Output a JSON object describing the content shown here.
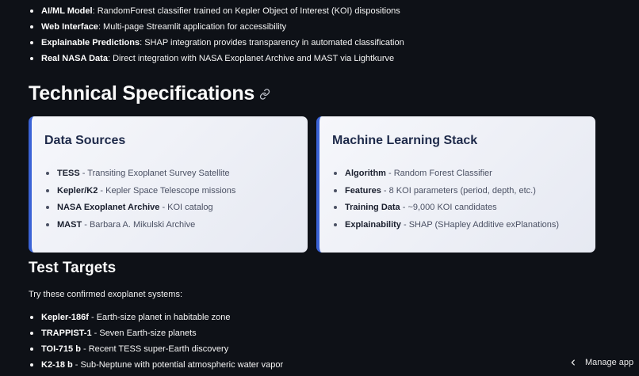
{
  "features": [
    {
      "label": "AI/ML Model",
      "text": ": RandomForest classifier trained on Kepler Object of Interest (KOI) dispositions"
    },
    {
      "label": "Web Interface",
      "text": ": Multi-page Streamlit application for accessibility"
    },
    {
      "label": "Explainable Predictions",
      "text": ": SHAP integration provides transparency in automated classification"
    },
    {
      "label": "Real NASA Data",
      "text": ": Direct integration with NASA Exoplanet Archive and MAST via Lightkurve"
    }
  ],
  "tech": {
    "heading": "Technical Specifications",
    "link_icon": "link-icon"
  },
  "data_sources": {
    "title": "Data Sources",
    "items": [
      {
        "label": "TESS",
        "text": " - Transiting Exoplanet Survey Satellite"
      },
      {
        "label": "Kepler/K2",
        "text": " - Kepler Space Telescope missions"
      },
      {
        "label": "NASA Exoplanet Archive",
        "text": " - KOI catalog"
      },
      {
        "label": "MAST",
        "text": " - Barbara A. Mikulski Archive"
      }
    ]
  },
  "ml_stack": {
    "title": "Machine Learning Stack",
    "items": [
      {
        "label": "Algorithm",
        "text": " - Random Forest Classifier"
      },
      {
        "label": "Features",
        "text": " - 8 KOI parameters (period, depth, etc.)"
      },
      {
        "label": "Training Data",
        "text": " - ~9,000 KOI candidates"
      },
      {
        "label": "Explainability",
        "text": " - SHAP (SHapley Additive exPlanations)"
      }
    ]
  },
  "targets": {
    "heading": "Test Targets",
    "intro": "Try these confirmed exoplanet systems:",
    "items": [
      {
        "label": "Kepler-186f",
        "text": " - Earth-size planet in habitable zone"
      },
      {
        "label": "TRAPPIST-1",
        "text": " - Seven Earth-size planets"
      },
      {
        "label": "TOI-715 b",
        "text": " - Recent TESS super-Earth discovery"
      },
      {
        "label": "K2-18 b",
        "text": " - Sub-Neptune with potential atmospheric water vapor"
      }
    ]
  },
  "manage_app": {
    "label": "Manage app",
    "icon": "chevron-left-icon"
  },
  "colors": {
    "background": "#0e1117",
    "card_accent": "#3b63d6",
    "card_title": "#1e2a4a"
  }
}
